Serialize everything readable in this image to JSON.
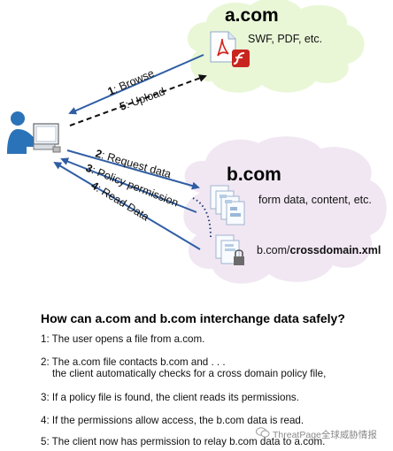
{
  "clouds": {
    "a": {
      "title": "a.com",
      "content": "SWF, PDF, etc.",
      "fill": "#e9f7d7"
    },
    "b": {
      "title": "b.com",
      "content": "form data, content, etc.",
      "policy_prefix": "b.com/",
      "policy_file": "crossdomain.xml",
      "fill": "#f1e7f3"
    }
  },
  "arrows": [
    {
      "num": "1",
      "label": "Browse",
      "style": "solid"
    },
    {
      "num": "5",
      "label": "Upload",
      "style": "dashed"
    },
    {
      "num": "2",
      "label": "Request data",
      "style": "solid"
    },
    {
      "num": "3",
      "label": "Policy permission",
      "style": "solid"
    },
    {
      "num": "4",
      "label": "Read Data",
      "style": "solid"
    }
  ],
  "colors": {
    "arrow": "#2f5ea4",
    "user": "#2b73b8",
    "dotted_link": "#1f3f7a"
  },
  "icons": {
    "user": "person-at-computer-icon",
    "file_a": "pdf-flash-file-icon",
    "docs_b": "stacked-documents-icon",
    "policy": "locked-document-icon"
  },
  "heading": "How can a.com and b.com interchange data safely?",
  "steps": [
    {
      "text": "1: The user opens a file from a.com.",
      "cont": ""
    },
    {
      "text": "2: The a.com file contacts b.com and . . .",
      "cont": "the client automatically checks for a cross domain policy file,"
    },
    {
      "text": "3: If a policy file is found, the client reads its permissions.",
      "cont": ""
    },
    {
      "text": "4: If the permissions allow access, the b.com data is read.",
      "cont": ""
    },
    {
      "text": "5: The client now has permission to relay b.com data to a.com.",
      "cont": ""
    }
  ],
  "watermark": "ThreatPage全球威胁情报"
}
